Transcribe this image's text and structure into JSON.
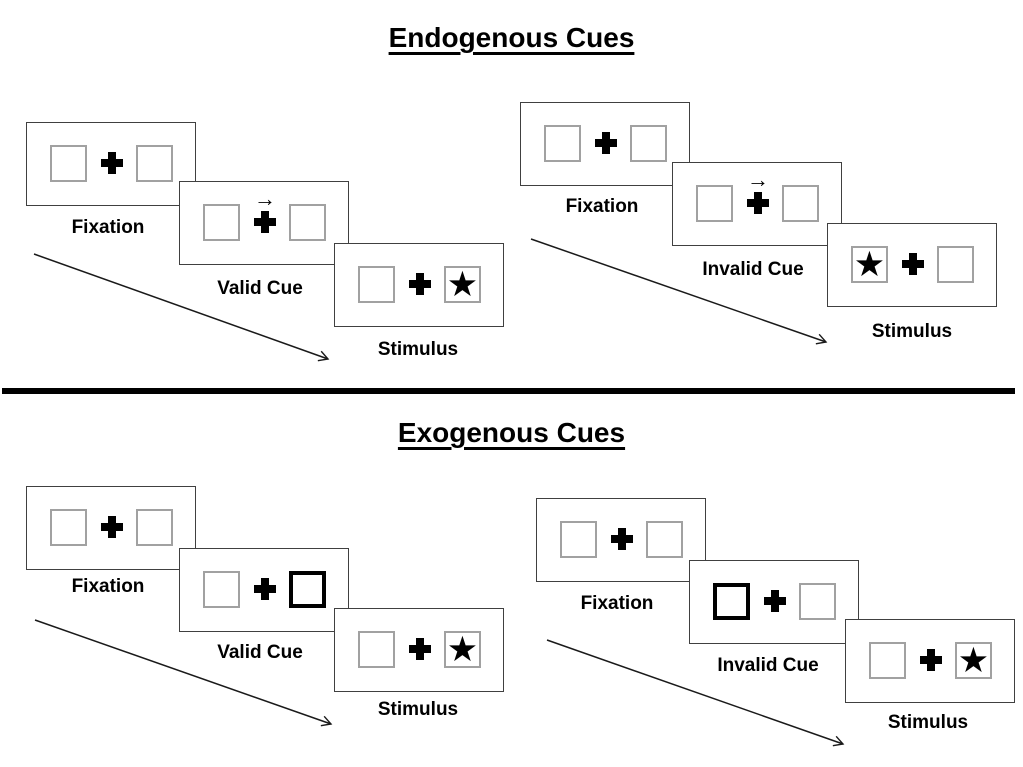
{
  "figure": {
    "sections": {
      "endogenous": {
        "title": "Endogenous Cues"
      },
      "exogenous": {
        "title": "Exogenous Cues"
      }
    }
  },
  "glyphs": {
    "star": "★",
    "right_arrow": "→"
  },
  "colors": {
    "ink": "#000000",
    "card_border": "#404040",
    "box_border": "#a1a1a1",
    "background": "#ffffff"
  },
  "panels": {
    "endogenous_valid": {
      "fixation_label": "Fixation",
      "cue_label": "Valid Cue",
      "stimulus_label": "Stimulus",
      "cue_type": "central arrow pointing right",
      "stimulus_side": "right"
    },
    "endogenous_invalid": {
      "fixation_label": "Fixation",
      "cue_label": "Invalid Cue",
      "stimulus_label": "Stimulus",
      "cue_type": "central arrow pointing right",
      "stimulus_side": "left"
    },
    "exogenous_valid": {
      "fixation_label": "Fixation",
      "cue_label": "Valid Cue",
      "stimulus_label": "Stimulus",
      "cue_type": "bold outline on right box",
      "stimulus_side": "right"
    },
    "exogenous_invalid": {
      "fixation_label": "Fixation",
      "cue_label": "Invalid Cue",
      "stimulus_label": "Stimulus",
      "cue_type": "bold outline on left box",
      "stimulus_side": "right"
    }
  }
}
